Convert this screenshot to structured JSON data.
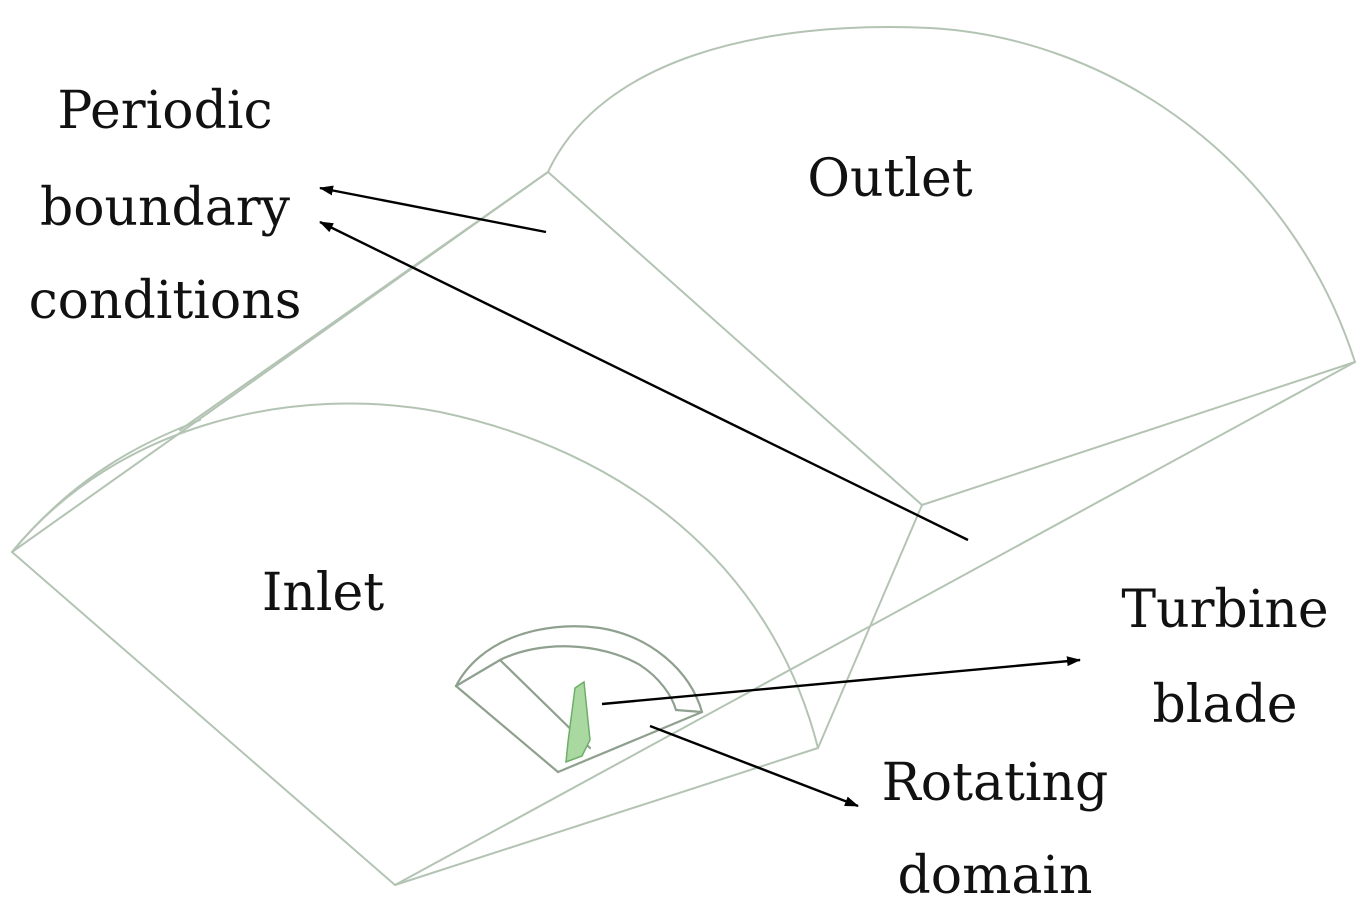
{
  "labels": {
    "periodic": [
      "Periodic",
      "boundary",
      "conditions"
    ],
    "outlet": "Outlet",
    "inlet": "Inlet",
    "turbine_blade": [
      "Turbine",
      "blade"
    ],
    "rotating_domain": [
      "Rotating",
      "domain"
    ]
  },
  "colors": {
    "wireframe": "#b4c4b4",
    "blade": "#a9d8a0",
    "arrows": "#000000"
  }
}
